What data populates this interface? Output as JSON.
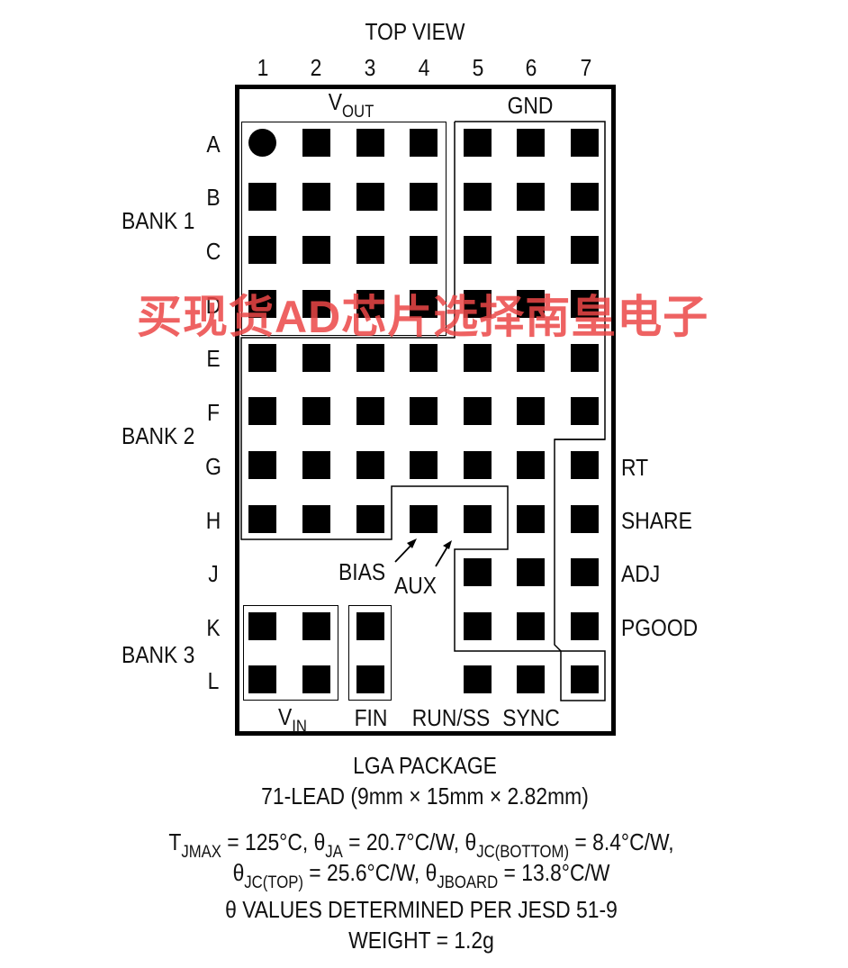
{
  "view_label": "TOP VIEW",
  "columns": [
    "1",
    "2",
    "3",
    "4",
    "5",
    "6",
    "7"
  ],
  "rows": [
    "A",
    "B",
    "C",
    "D",
    "E",
    "F",
    "G",
    "H",
    "J",
    "K",
    "L"
  ],
  "banks": [
    "BANK 1",
    "BANK 2",
    "BANK 3"
  ],
  "group_labels": {
    "vout": {
      "main": "V",
      "sub": "OUT"
    },
    "gnd": "GND",
    "vin": {
      "main": "V",
      "sub": "IN"
    },
    "fin": "FIN",
    "run_ss": "RUN/SS",
    "sync": "SYNC",
    "bias": "BIAS",
    "aux": "AUX"
  },
  "right_labels": {
    "rt": "RT",
    "share": "SHARE",
    "adj": "ADJ",
    "pgood": "PGOOD"
  },
  "package": {
    "line1": "LGA PACKAGE",
    "line2": "71-LEAD (9mm × 15mm × 2.82mm)"
  },
  "thermal": {
    "tj_main": "T",
    "tj_sub": "JMAX",
    "tj_val": " = 125°C, θ",
    "ja_sub": "JA",
    "ja_val": " = 20.7°C/W, θ",
    "jcb_sub": "JC(BOTTOM)",
    "jcb_val": " = 8.4°C/W,",
    "jct_main": "θ",
    "jct_sub": "JC(TOP)",
    "jct_val": " = 25.6°C/W, θ",
    "jb_sub": "JBOARD",
    "jb_val": " = 13.8°C/W",
    "note": "θ VALUES DETERMINED PER JESD 51-9",
    "weight": "WEIGHT = 1.2g"
  },
  "watermark": "买现货AD芯片选择南皇电子"
}
